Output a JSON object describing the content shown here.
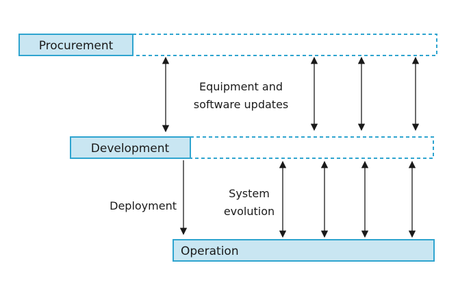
{
  "diagram": {
    "phases": {
      "procurement": "Procurement",
      "development": "Development",
      "operation": "Operation"
    },
    "notes": {
      "updates_line1": "Equipment and",
      "updates_line2": "software updates",
      "deployment": "Deployment",
      "evolution_line1": "System",
      "evolution_line2": "evolution"
    },
    "colors": {
      "box_fill": "#c9e6f2",
      "box_stroke": "#2ea4cf",
      "arrow": "#1a1a1a",
      "text": "#1a1a1a"
    }
  }
}
